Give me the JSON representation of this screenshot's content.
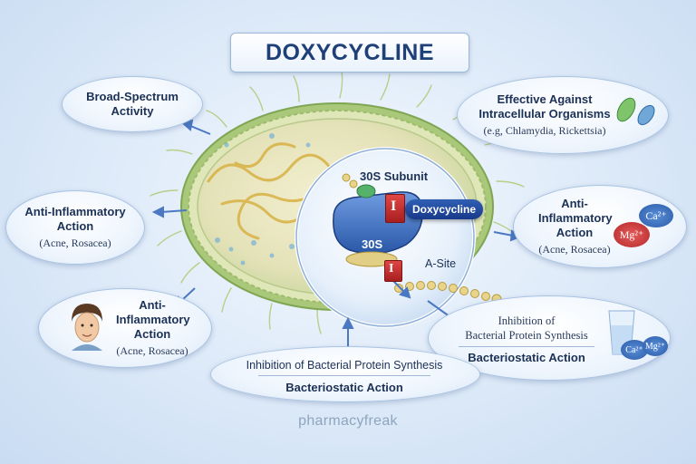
{
  "title": "DOXYCYCLINE",
  "bubbles": {
    "top_left": {
      "heading": "Broad-Spectrum Activity"
    },
    "top_right": {
      "heading": "Effective Against Intracellular Organisms",
      "sub": "(e.g, Chlamydia, Rickettsia)"
    },
    "mid_left": {
      "heading": "Anti-Inflammatory Action",
      "sub": "(Acne, Rosacea)"
    },
    "mid_right": {
      "heading": "Anti-Inflammatory Action",
      "sub": "(Acne, Rosacea)"
    },
    "low_left": {
      "heading": "Anti-Inflammatory Action",
      "sub": "(Acne, Rosacea)"
    },
    "low_right": {
      "line1": "Inhibition of",
      "line2": "Bacterial Protein Synthesis",
      "line3": "Bacteriostatic Action"
    }
  },
  "bottom": {
    "line1": "Inhibition of Bacterial Protein Synthesis",
    "line2": "Bacteriostatic Action"
  },
  "labels": {
    "subunit": "30S Subunit",
    "ribosome": "30S",
    "drug": "Doxycycline",
    "site": "A-Site",
    "block": "I"
  },
  "ions": {
    "ca": "Ca²⁺",
    "mg": "Mg²⁺"
  },
  "watermark": "pharmacyfreak",
  "colors": {
    "title_text": "#1e3f78",
    "accent_blue": "#1f4a9e",
    "block_red": "#c62f2f",
    "cell_green": "#9fc06a"
  }
}
